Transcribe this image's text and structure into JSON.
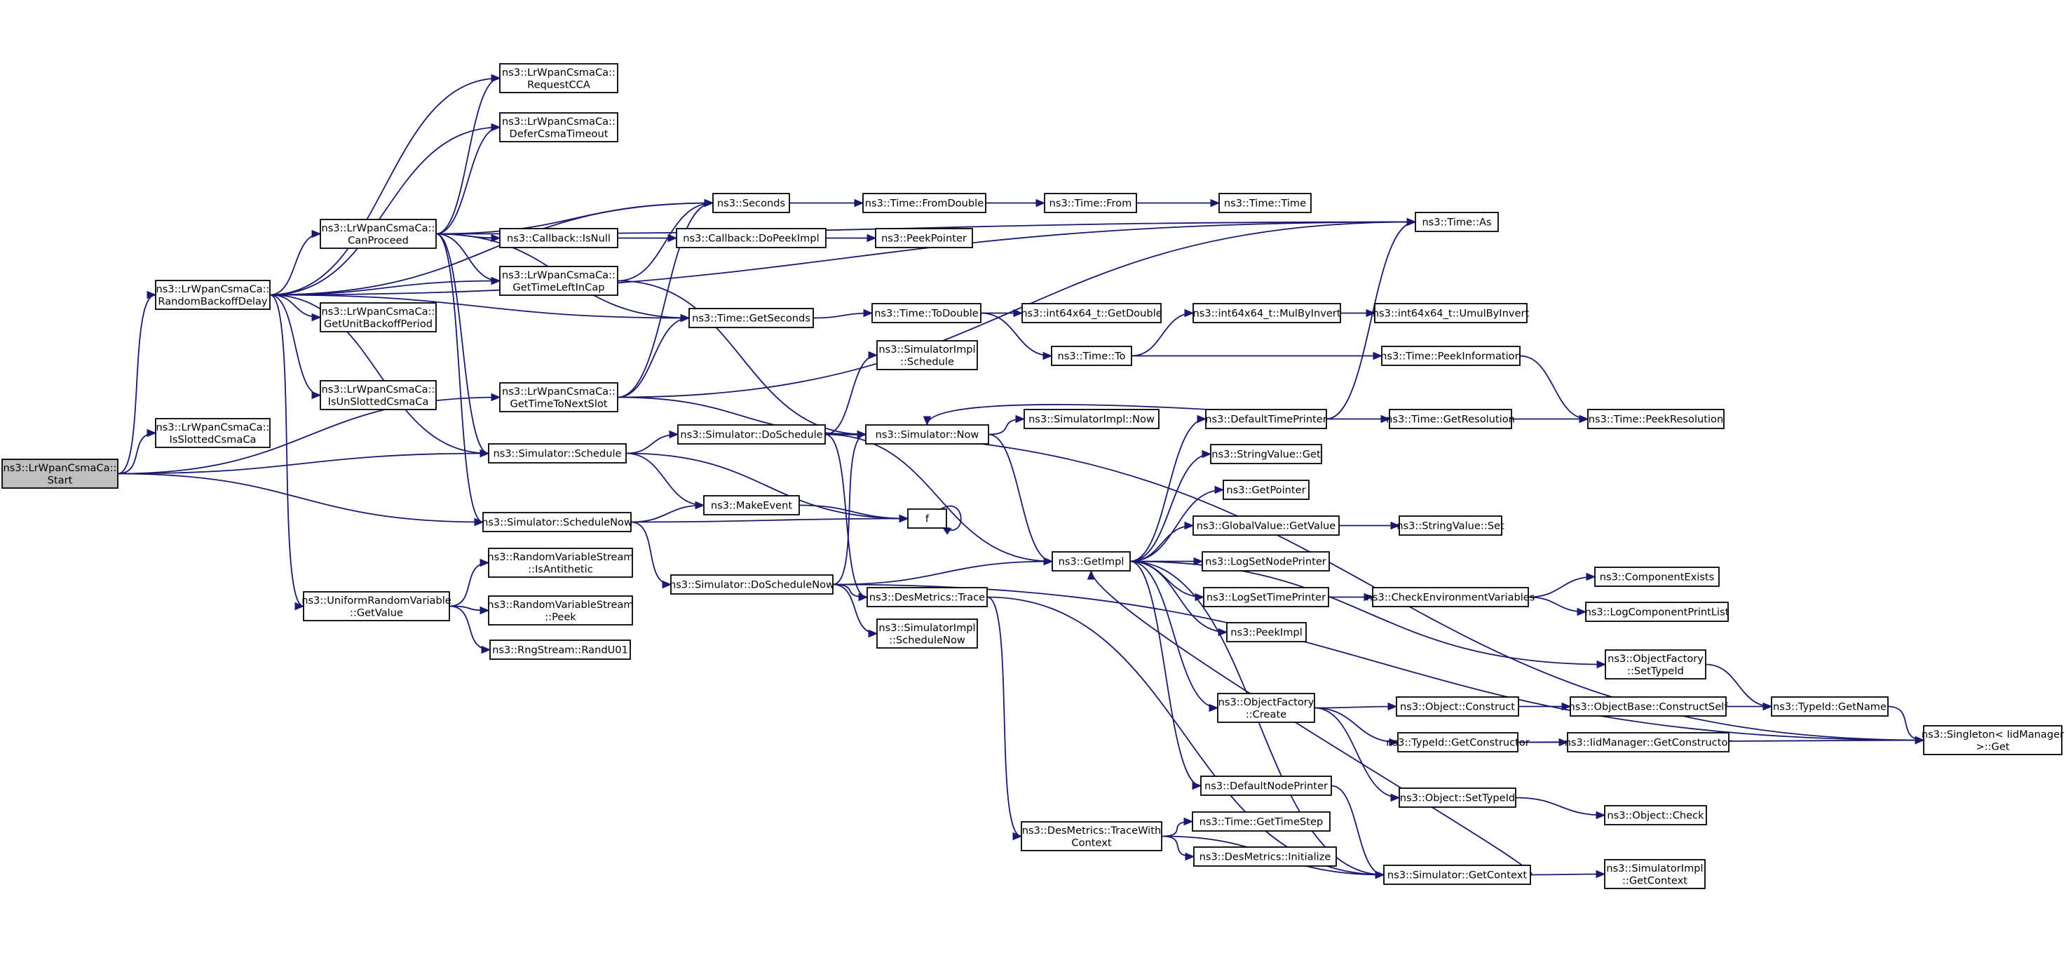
{
  "colors": {
    "edge": "#191970",
    "node_border": "#000000",
    "node_fill": "#ffffff",
    "truncated_border": "#ff0000",
    "start_fill": "#bfbfbf"
  },
  "nodes": [
    {
      "id": "n_start",
      "lines": [
        "ns3::LrWpanCsmaCa::",
        "Start"
      ],
      "style": "start"
    },
    {
      "id": "n_rbd",
      "lines": [
        "ns3::LrWpanCsmaCa::",
        "RandomBackoffDelay"
      ]
    },
    {
      "id": "n_isslotted",
      "lines": [
        "ns3::LrWpanCsmaCa::",
        "IsSlottedCsmaCa"
      ]
    },
    {
      "id": "n_requestcca",
      "lines": [
        "ns3::LrWpanCsmaCa::",
        "RequestCCA"
      ]
    },
    {
      "id": "n_defer",
      "lines": [
        "ns3::LrWpanCsmaCa::",
        "DeferCsmaTimeout"
      ]
    },
    {
      "id": "n_canproceed",
      "lines": [
        "ns3::LrWpanCsmaCa::",
        "CanProceed"
      ]
    },
    {
      "id": "n_getunit",
      "lines": [
        "ns3::LrWpanCsmaCa::",
        "GetUnitBackoffPeriod"
      ]
    },
    {
      "id": "n_isunslotted",
      "lines": [
        "ns3::LrWpanCsmaCa::",
        "IsUnSlottedCsmaCa"
      ]
    },
    {
      "id": "n_uniform",
      "lines": [
        "ns3::UniformRandomVariable",
        "::GetValue"
      ]
    },
    {
      "id": "n_seconds",
      "lines": [
        "ns3::Seconds"
      ]
    },
    {
      "id": "n_isnull",
      "lines": [
        "ns3::Callback::IsNull"
      ]
    },
    {
      "id": "n_gettimeleft",
      "lines": [
        "ns3::LrWpanCsmaCa::",
        "GetTimeLeftInCap"
      ]
    },
    {
      "id": "n_gettimetonext",
      "lines": [
        "ns3::LrWpanCsmaCa::",
        "GetTimeToNextSlot"
      ]
    },
    {
      "id": "n_schedule",
      "lines": [
        "ns3::Simulator::Schedule"
      ]
    },
    {
      "id": "n_schedulenow",
      "lines": [
        "ns3::Simulator::ScheduleNow"
      ]
    },
    {
      "id": "n_isantithetic",
      "lines": [
        "ns3::RandomVariableStream",
        "::IsAntithetic"
      ]
    },
    {
      "id": "n_peek",
      "lines": [
        "ns3::RandomVariableStream",
        "::Peek"
      ]
    },
    {
      "id": "n_randu01",
      "lines": [
        "ns3::RngStream::RandU01"
      ]
    },
    {
      "id": "n_fromdouble",
      "lines": [
        "ns3::Time::FromDouble"
      ]
    },
    {
      "id": "n_dopeekimpl",
      "lines": [
        "ns3::Callback::DoPeekImpl"
      ]
    },
    {
      "id": "n_getseconds",
      "lines": [
        "ns3::Time::GetSeconds"
      ]
    },
    {
      "id": "n_simimpl_schedule",
      "lines": [
        "ns3::SimulatorImpl",
        "::Schedule"
      ]
    },
    {
      "id": "n_doschedule",
      "lines": [
        "ns3::Simulator::DoSchedule"
      ]
    },
    {
      "id": "n_makeevent",
      "lines": [
        "ns3::MakeEvent"
      ]
    },
    {
      "id": "n_doschedulenow",
      "lines": [
        "ns3::Simulator::DoScheduleNow"
      ]
    },
    {
      "id": "n_from",
      "lines": [
        "ns3::Time::From"
      ]
    },
    {
      "id": "n_peekpointer",
      "lines": [
        "ns3::PeekPointer"
      ]
    },
    {
      "id": "n_todouble",
      "lines": [
        "ns3::Time::ToDouble"
      ]
    },
    {
      "id": "n_now",
      "lines": [
        "ns3::Simulator::Now"
      ]
    },
    {
      "id": "n_f",
      "lines": [
        "f"
      ]
    },
    {
      "id": "n_destrace",
      "lines": [
        "ns3::DesMetrics::Trace"
      ]
    },
    {
      "id": "n_simimpl_schedulenow",
      "lines": [
        "ns3::SimulatorImpl",
        "::ScheduleNow"
      ]
    },
    {
      "id": "n_time_time",
      "lines": [
        "ns3::Time::Time"
      ],
      "style": "truncated"
    },
    {
      "id": "n_getdouble",
      "lines": [
        "ns3::int64x64_t::GetDouble"
      ]
    },
    {
      "id": "n_to",
      "lines": [
        "ns3::Time::To"
      ]
    },
    {
      "id": "n_simimpl_now",
      "lines": [
        "ns3::SimulatorImpl::Now"
      ]
    },
    {
      "id": "n_getimpl",
      "lines": [
        "ns3::GetImpl"
      ]
    },
    {
      "id": "n_tracewithctx",
      "lines": [
        "ns3::DesMetrics::TraceWith",
        "Context"
      ]
    },
    {
      "id": "n_mulbyinvert",
      "lines": [
        "ns3::int64x64_t::MulByInvert"
      ]
    },
    {
      "id": "n_defaulttimeprinter",
      "lines": [
        "ns3::DefaultTimePrinter"
      ]
    },
    {
      "id": "n_stringvalue_get",
      "lines": [
        "ns3::StringValue::Get"
      ]
    },
    {
      "id": "n_getpointer",
      "lines": [
        "ns3::GetPointer"
      ]
    },
    {
      "id": "n_globalvalue_get",
      "lines": [
        "ns3::GlobalValue::GetValue"
      ]
    },
    {
      "id": "n_logsetnodeprinter",
      "lines": [
        "ns3::LogSetNodePrinter"
      ]
    },
    {
      "id": "n_logsettimeprinter",
      "lines": [
        "ns3::LogSetTimePrinter"
      ]
    },
    {
      "id": "n_peekimpl",
      "lines": [
        "ns3::PeekImpl"
      ]
    },
    {
      "id": "n_objfactory_create",
      "lines": [
        "ns3::ObjectFactory",
        "::Create"
      ]
    },
    {
      "id": "n_defaultnodeprinter",
      "lines": [
        "ns3::DefaultNodePrinter"
      ]
    },
    {
      "id": "n_gettimestep",
      "lines": [
        "ns3::Time::GetTimeStep"
      ]
    },
    {
      "id": "n_desinit",
      "lines": [
        "ns3::DesMetrics::Initialize"
      ],
      "style": "truncated"
    },
    {
      "id": "n_time_as",
      "lines": [
        "ns3::Time::As"
      ]
    },
    {
      "id": "n_umulbyinvert",
      "lines": [
        "ns3::int64x64_t::UmulByInvert"
      ]
    },
    {
      "id": "n_peekinformation",
      "lines": [
        "ns3::Time::PeekInformation"
      ]
    },
    {
      "id": "n_getresolution",
      "lines": [
        "ns3::Time::GetResolution"
      ]
    },
    {
      "id": "n_stringvalue_set",
      "lines": [
        "ns3::StringValue::Set"
      ]
    },
    {
      "id": "n_checkenv",
      "lines": [
        "ns3::CheckEnvironmentVariables"
      ]
    },
    {
      "id": "n_obj_construct",
      "lines": [
        "ns3::Object::Construct"
      ]
    },
    {
      "id": "n_typeid_getctor",
      "lines": [
        "ns3::TypeId::GetConstructor"
      ]
    },
    {
      "id": "n_obj_settypeid",
      "lines": [
        "ns3::Object::SetTypeId"
      ]
    },
    {
      "id": "n_getcontext",
      "lines": [
        "ns3::Simulator::GetContext"
      ]
    },
    {
      "id": "n_peekresolution",
      "lines": [
        "ns3::Time::PeekResolution"
      ],
      "style": "truncated"
    },
    {
      "id": "n_componentexists",
      "lines": [
        "ns3::ComponentExists"
      ],
      "style": "truncated"
    },
    {
      "id": "n_logcompprintlist",
      "lines": [
        "ns3::LogComponentPrintList"
      ],
      "style": "truncated"
    },
    {
      "id": "n_objfactory_settypeid",
      "lines": [
        "ns3::ObjectFactory",
        "::SetTypeId"
      ]
    },
    {
      "id": "n_constructself",
      "lines": [
        "ns3::ObjectBase::ConstructSelf"
      ],
      "style": "truncated"
    },
    {
      "id": "n_iidmgr_getctor",
      "lines": [
        "ns3::IidManager::GetConstructor"
      ],
      "style": "truncated"
    },
    {
      "id": "n_obj_check",
      "lines": [
        "ns3::Object::Check"
      ],
      "style": "truncated"
    },
    {
      "id": "n_simimpl_getcontext",
      "lines": [
        "ns3::SimulatorImpl",
        "::GetContext"
      ]
    },
    {
      "id": "n_typeid_getname",
      "lines": [
        "ns3::TypeId::GetName"
      ],
      "style": "truncated"
    },
    {
      "id": "n_singleton_get",
      "lines": [
        "ns3::Singleton< IidManager",
        " >::Get"
      ]
    }
  ],
  "edges": [
    [
      "n_start",
      "n_rbd"
    ],
    [
      "n_start",
      "n_isslotted"
    ],
    [
      "n_start",
      "n_gettimetonext"
    ],
    [
      "n_start",
      "n_schedule"
    ],
    [
      "n_start",
      "n_schedulenow"
    ],
    [
      "n_rbd",
      "n_requestcca"
    ],
    [
      "n_rbd",
      "n_defer"
    ],
    [
      "n_rbd",
      "n_canproceed"
    ],
    [
      "n_rbd",
      "n_getunit"
    ],
    [
      "n_rbd",
      "n_isunslotted"
    ],
    [
      "n_rbd",
      "n_uniform"
    ],
    [
      "n_rbd",
      "n_seconds"
    ],
    [
      "n_rbd",
      "n_gettimeleft"
    ],
    [
      "n_rbd",
      "n_getseconds"
    ],
    [
      "n_rbd",
      "n_schedule"
    ],
    [
      "n_rbd",
      "n_time_as"
    ],
    [
      "n_canproceed",
      "n_requestcca"
    ],
    [
      "n_canproceed",
      "n_defer"
    ],
    [
      "n_canproceed",
      "n_seconds"
    ],
    [
      "n_canproceed",
      "n_isnull"
    ],
    [
      "n_canproceed",
      "n_gettimeleft"
    ],
    [
      "n_canproceed",
      "n_getseconds"
    ],
    [
      "n_canproceed",
      "n_schedule"
    ],
    [
      "n_canproceed",
      "n_schedulenow"
    ],
    [
      "n_canproceed",
      "n_time_as"
    ],
    [
      "n_uniform",
      "n_isantithetic"
    ],
    [
      "n_uniform",
      "n_peek"
    ],
    [
      "n_uniform",
      "n_randu01"
    ],
    [
      "n_isnull",
      "n_dopeekimpl"
    ],
    [
      "n_seconds",
      "n_fromdouble"
    ],
    [
      "n_fromdouble",
      "n_from"
    ],
    [
      "n_from",
      "n_time_time"
    ],
    [
      "n_dopeekimpl",
      "n_peekpointer"
    ],
    [
      "n_gettimeleft",
      "n_seconds"
    ],
    [
      "n_gettimeleft",
      "n_now"
    ],
    [
      "n_gettimetonext",
      "n_seconds"
    ],
    [
      "n_gettimetonext",
      "n_getseconds"
    ],
    [
      "n_gettimetonext",
      "n_now"
    ],
    [
      "n_gettimetonext",
      "n_time_as"
    ],
    [
      "n_getseconds",
      "n_todouble"
    ],
    [
      "n_todouble",
      "n_getdouble"
    ],
    [
      "n_todouble",
      "n_to"
    ],
    [
      "n_to",
      "n_mulbyinvert"
    ],
    [
      "n_to",
      "n_peekinformation"
    ],
    [
      "n_mulbyinvert",
      "n_umulbyinvert"
    ],
    [
      "n_peekinformation",
      "n_peekresolution"
    ],
    [
      "n_schedule",
      "n_doschedule"
    ],
    [
      "n_schedule",
      "n_makeevent"
    ],
    [
      "n_schedule",
      "n_f"
    ],
    [
      "n_schedulenow",
      "n_makeevent"
    ],
    [
      "n_schedulenow",
      "n_f"
    ],
    [
      "n_schedulenow",
      "n_doschedulenow"
    ],
    [
      "n_makeevent",
      "n_f"
    ],
    [
      "n_f",
      "n_f"
    ],
    [
      "n_doschedule",
      "n_simimpl_schedule"
    ],
    [
      "n_doschedule",
      "n_now"
    ],
    [
      "n_doschedule",
      "n_getimpl"
    ],
    [
      "n_doschedule",
      "n_destrace"
    ],
    [
      "n_doschedule",
      "n_singleton_get"
    ],
    [
      "n_doschedulenow",
      "n_now"
    ],
    [
      "n_doschedulenow",
      "n_getimpl"
    ],
    [
      "n_doschedulenow",
      "n_destrace"
    ],
    [
      "n_doschedulenow",
      "n_simimpl_schedulenow"
    ],
    [
      "n_doschedulenow",
      "n_singleton_get"
    ],
    [
      "n_now",
      "n_simimpl_now"
    ],
    [
      "n_now",
      "n_getimpl"
    ],
    [
      "n_destrace",
      "n_tracewithctx"
    ],
    [
      "n_destrace",
      "n_getcontext"
    ],
    [
      "n_getimpl",
      "n_defaulttimeprinter"
    ],
    [
      "n_getimpl",
      "n_stringvalue_get"
    ],
    [
      "n_getimpl",
      "n_getpointer"
    ],
    [
      "n_getimpl",
      "n_globalvalue_get"
    ],
    [
      "n_getimpl",
      "n_logsetnodeprinter"
    ],
    [
      "n_getimpl",
      "n_logsettimeprinter"
    ],
    [
      "n_getimpl",
      "n_peekimpl"
    ],
    [
      "n_getimpl",
      "n_objfactory_settypeid"
    ],
    [
      "n_getimpl",
      "n_objfactory_create"
    ],
    [
      "n_getimpl",
      "n_defaultnodeprinter"
    ],
    [
      "n_getimpl",
      "n_getcontext"
    ],
    [
      "n_defaulttimeprinter",
      "n_now"
    ],
    [
      "n_defaulttimeprinter",
      "n_time_as"
    ],
    [
      "n_defaulttimeprinter",
      "n_getresolution"
    ],
    [
      "n_getresolution",
      "n_peekresolution"
    ],
    [
      "n_globalvalue_get",
      "n_stringvalue_set"
    ],
    [
      "n_logsettimeprinter",
      "n_checkenv"
    ],
    [
      "n_checkenv",
      "n_componentexists"
    ],
    [
      "n_checkenv",
      "n_logcompprintlist"
    ],
    [
      "n_objfactory_create",
      "n_obj_construct"
    ],
    [
      "n_objfactory_create",
      "n_typeid_getctor"
    ],
    [
      "n_objfactory_create",
      "n_obj_settypeid"
    ],
    [
      "n_obj_construct",
      "n_constructself"
    ],
    [
      "n_constructself",
      "n_typeid_getname"
    ],
    [
      "n_typeid_getctor",
      "n_iidmgr_getctor"
    ],
    [
      "n_typeid_getctor",
      "n_singleton_get"
    ],
    [
      "n_obj_settypeid",
      "n_obj_check"
    ],
    [
      "n_objfactory_settypeid",
      "n_typeid_getname"
    ],
    [
      "n_typeid_getname",
      "n_singleton_get"
    ],
    [
      "n_defaultnodeprinter",
      "n_getcontext"
    ],
    [
      "n_tracewithctx",
      "n_gettimestep"
    ],
    [
      "n_tracewithctx",
      "n_desinit"
    ],
    [
      "n_tracewithctx",
      "n_getcontext"
    ],
    [
      "n_getcontext",
      "n_getimpl"
    ],
    [
      "n_getcontext",
      "n_simimpl_getcontext"
    ]
  ]
}
